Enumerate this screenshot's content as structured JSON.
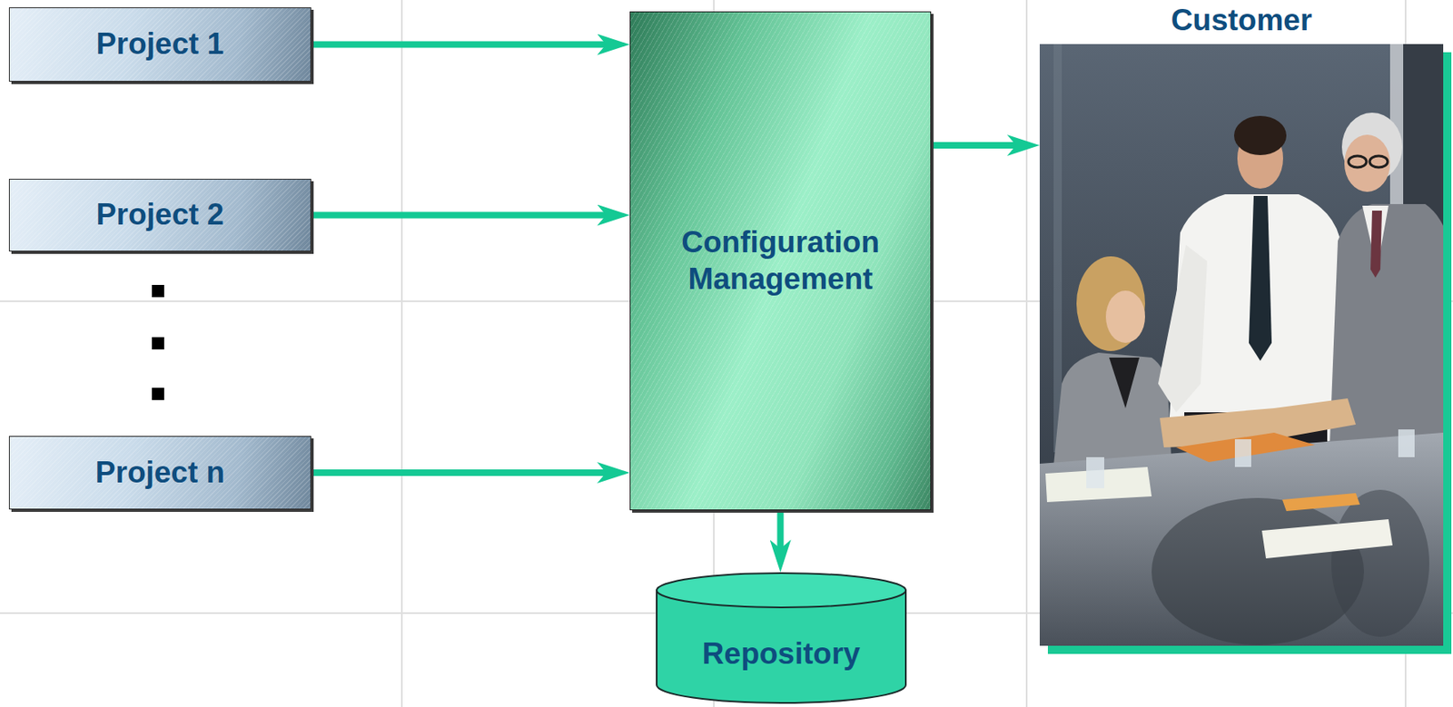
{
  "diagram": {
    "nodes": [
      {
        "text": [
          "Project 1"
        ]
      },
      {
        "text": [
          "Project 2"
        ]
      },
      {
        "text": [
          "Project n"
        ]
      },
      {
        "text": [
          "Configuration Management"
        ]
      },
      {
        "text": [
          "Repository"
        ]
      },
      {
        "text": [
          "Customer"
        ]
      }
    ],
    "edges": [
      {
        "from": 0,
        "to": 3,
        "arrow": "to"
      },
      {
        "from": 1,
        "to": 3,
        "arrow": "to"
      },
      {
        "from": 2,
        "to": 3,
        "arrow": "to"
      },
      {
        "from": 3,
        "to": 5,
        "arrow": "to"
      },
      {
        "from": 3,
        "to": 4,
        "arrow": "to"
      }
    ]
  }
}
